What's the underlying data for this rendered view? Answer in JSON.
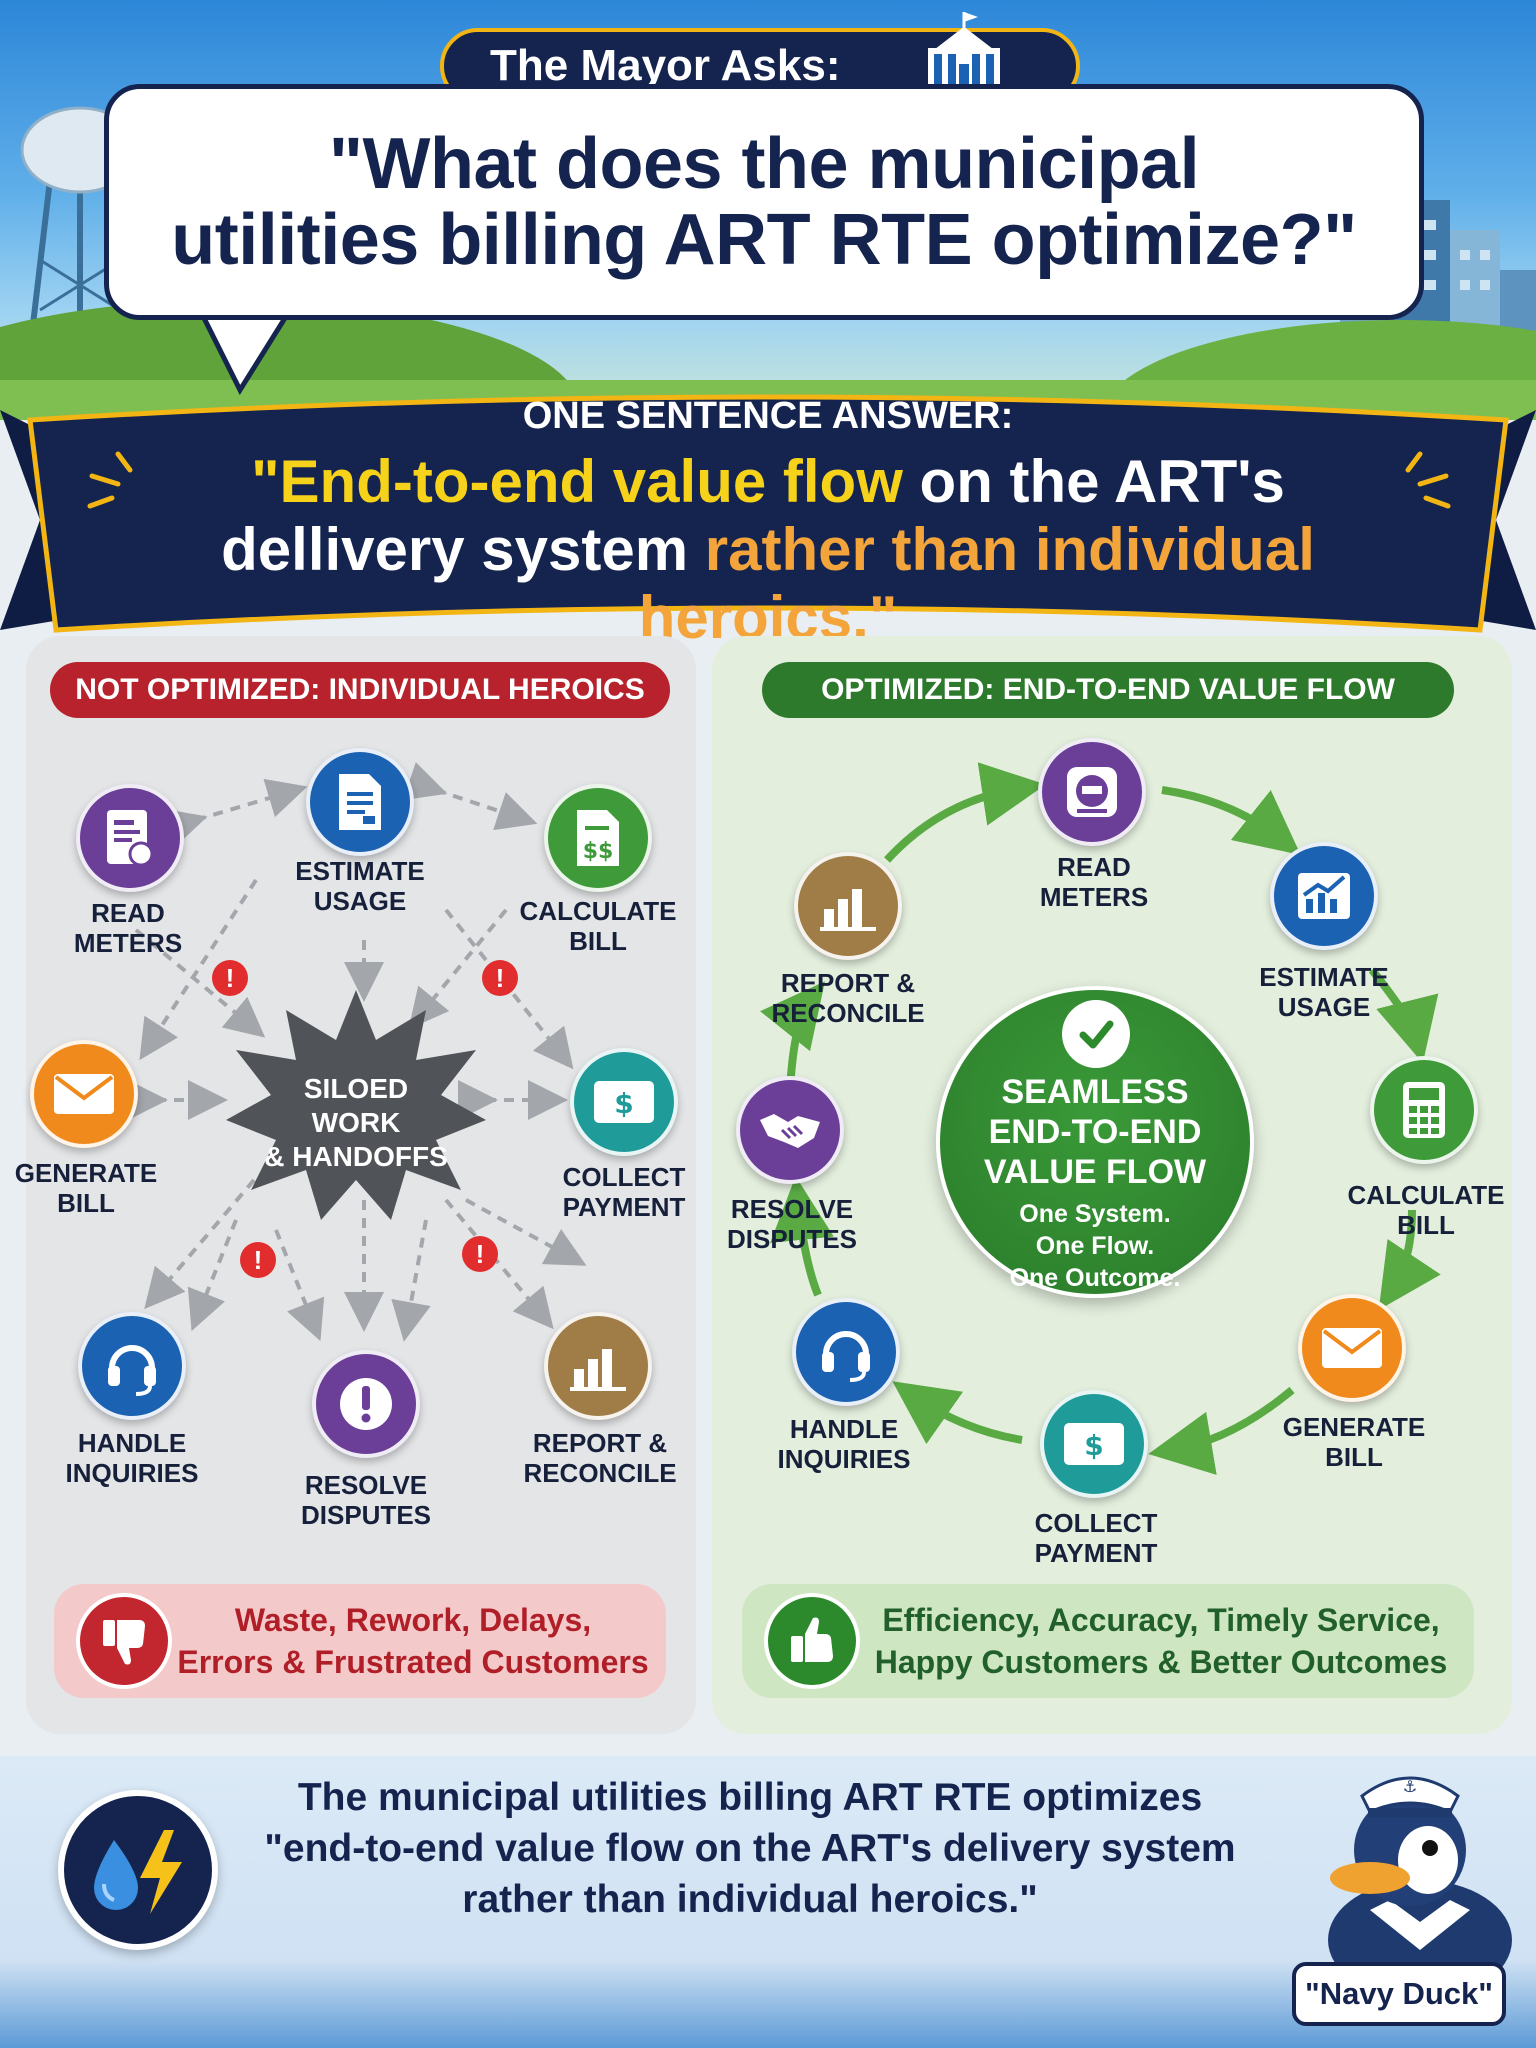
{
  "header": {
    "mayor_label": "The Mayor Asks:",
    "question_line1": "\"What does the municipal",
    "question_line2": "utilities billing ART RTE optimize?\""
  },
  "answer": {
    "label": "ONE SENTENCE ANSWER:",
    "part1": "\"End-to-end value flow",
    "part2": " on the ART's",
    "part3": "dellivery system ",
    "part4": "rather than individual heroics.\""
  },
  "left_panel": {
    "title": "NOT OPTIMIZED: INDIVIDUAL HEROICS",
    "center_line1": "SILOED WORK",
    "center_line2": "& HANDOFFS",
    "nodes": {
      "read_meters": [
        "READ",
        "METERS"
      ],
      "estimate_usage": [
        "ESTIMATE",
        "USAGE"
      ],
      "calculate_bill": [
        "CALCULATE",
        "BILL"
      ],
      "generate_bill": [
        "GENERATE",
        "BILL"
      ],
      "collect_payment": [
        "COLLECT",
        "PAYMENT"
      ],
      "handle_inquiries": [
        "HANDLE",
        "INQUIRIES"
      ],
      "resolve_disputes": [
        "RESOLVE",
        "DISPUTES"
      ],
      "report_reconcile": [
        "REPORT &",
        "RECONCILE"
      ]
    },
    "result_line1": "Waste, Rework, Delays,",
    "result_line2": "Errors & Frustrated Customers"
  },
  "right_panel": {
    "title": "OPTIMIZED: END-TO-END VALUE FLOW",
    "center_line1": "SEAMLESS",
    "center_line2": "END-TO-END",
    "center_line3": "VALUE FLOW",
    "center_sub1": "One System.",
    "center_sub2": "One Flow.",
    "center_sub3": "One Outcome.",
    "nodes": {
      "read_meters": [
        "READ",
        "METERS"
      ],
      "estimate_usage": [
        "ESTIMATE",
        "USAGE"
      ],
      "calculate_bill": [
        "CALCULATE",
        "BILL"
      ],
      "generate_bill": [
        "GENERATE",
        "BILL"
      ],
      "collect_payment": [
        "COLLECT",
        "PAYMENT"
      ],
      "handle_inquiries": [
        "HANDLE",
        "INQUIRIES"
      ],
      "resolve_disputes": [
        "RESOLVE",
        "DISPUTES"
      ],
      "report_reconcile": [
        "REPORT &",
        "RECONCILE"
      ]
    },
    "result_line1": "Efficiency, Accuracy, Timely Service,",
    "result_line2": "Happy Customers & Better Outcomes"
  },
  "footer": {
    "line1": "The municipal utilities billing ART RTE optimizes",
    "line2": "\"end-to-end value flow on the ART's delivery system",
    "line3": "rather than individual heroics.\"",
    "mascot_name": "\"Navy Duck\""
  },
  "colors": {
    "navy": "#14244f",
    "gold": "#f2b514",
    "red": "#b7222c",
    "green": "#2d7a2c",
    "purple": "#6b3f98",
    "blue": "#1b62b3",
    "orange": "#f08a1c",
    "teal": "#1f9c9a",
    "brown": "#a07d47"
  }
}
